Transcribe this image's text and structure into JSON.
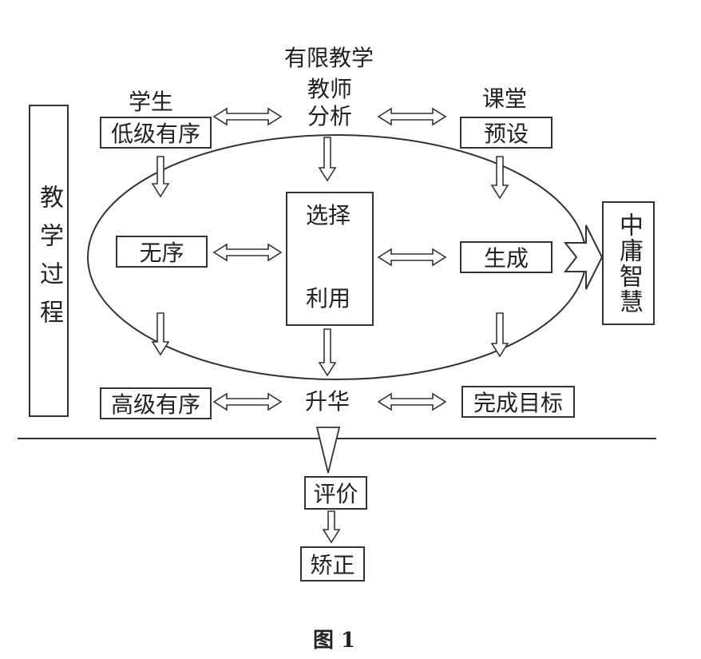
{
  "title": "有限教学",
  "left_panel": "教学过程",
  "right_panel": "中庸智慧",
  "student": {
    "header": "学生",
    "top": "低级有序",
    "middle": "无序",
    "bottom": "高级有序"
  },
  "teacher": {
    "top_line1": "教师",
    "top_line2": "分析",
    "center_top": "选择",
    "center_bottom": "利用",
    "bottom": "升华"
  },
  "classroom": {
    "header": "课堂",
    "top": "预设",
    "middle": "生成",
    "bottom": "完成目标"
  },
  "evaluation": "评价",
  "correction": "矫正",
  "figure_caption": "图 1"
}
